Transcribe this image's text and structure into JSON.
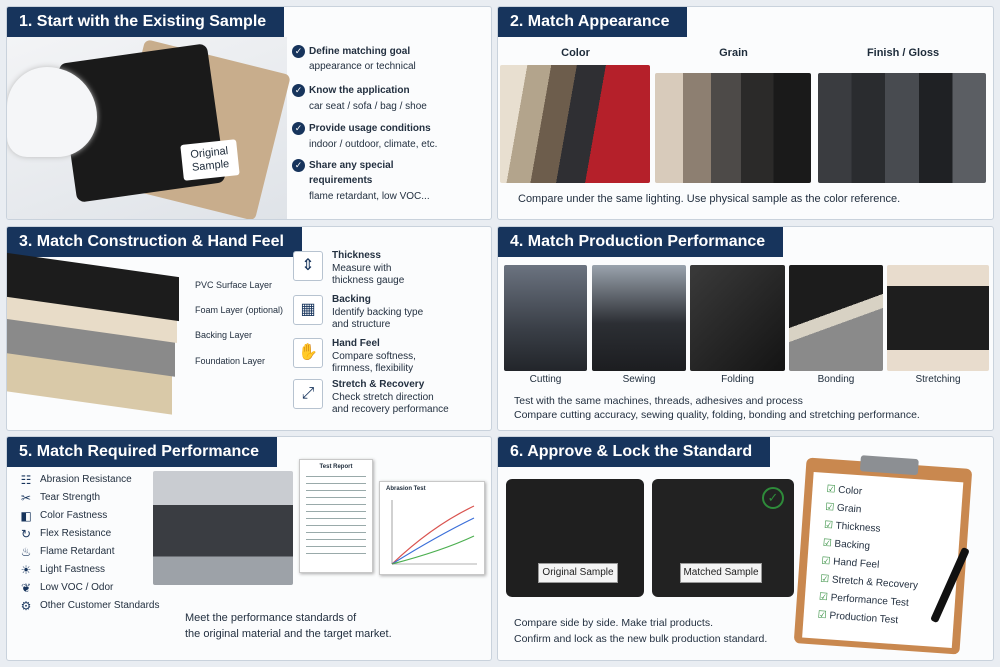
{
  "panel1": {
    "title": "1.  Start with the Existing Sample",
    "sample_label": [
      "Original",
      "Sample"
    ],
    "items": [
      {
        "title": "Define matching goal",
        "desc": [
          "appearance or technical"
        ]
      },
      {
        "title": "Know the application",
        "desc": [
          "car seat / sofa / bag / shoe"
        ]
      },
      {
        "title": "Provide usage conditions",
        "desc": [
          "indoor / outdoor, climate, etc."
        ]
      },
      {
        "title": "Share any special",
        "title2": "requirements",
        "desc": [
          "flame retardant, low VOC..."
        ]
      }
    ]
  },
  "panel2": {
    "title": "2.  Match Appearance",
    "labels": [
      "Color",
      "Grain",
      "Finish / Gloss"
    ],
    "caption": "Compare under the same lighting. Use physical sample as the color reference."
  },
  "panel3": {
    "title": "3.  Match Construction & Hand Feel",
    "layers": [
      "PVC Surface Layer",
      "Foam Layer (optional)",
      "Backing Layer",
      "Foundation Layer"
    ],
    "items": [
      {
        "icon": "thickness-icon",
        "title": "Thickness",
        "desc": [
          "Measure with",
          "thickness gauge"
        ]
      },
      {
        "icon": "backing-grid-icon",
        "title": "Backing",
        "desc": [
          "Identify backing type",
          "and structure"
        ]
      },
      {
        "icon": "hand-icon",
        "title": "Hand Feel",
        "desc": [
          "Compare softness,",
          "firmness, flexibility"
        ]
      },
      {
        "icon": "stretch-arrows-icon",
        "title": "Stretch & Recovery",
        "desc": [
          "Check stretch direction",
          "and recovery performance"
        ]
      }
    ]
  },
  "panel4": {
    "title": "4.  Match Production Performance",
    "photos": [
      "Cutting",
      "Sewing",
      "Folding",
      "Bonding",
      "Stretching"
    ],
    "caption1": "Test with the same machines, threads, adhesives and process",
    "caption2": "Compare cutting accuracy, sewing quality, folding, bonding and stretching performance."
  },
  "panel5": {
    "title": "5.  Match Required Performance",
    "items": [
      {
        "icon": "abrasion-icon",
        "label": "Abrasion Resistance"
      },
      {
        "icon": "tear-icon",
        "label": "Tear Strength"
      },
      {
        "icon": "color-fastness-icon",
        "label": "Color Fastness"
      },
      {
        "icon": "flex-icon",
        "label": "Flex Resistance"
      },
      {
        "icon": "flame-icon",
        "label": "Flame Retardant"
      },
      {
        "icon": "light-icon",
        "label": "Light Fastness"
      },
      {
        "icon": "leaf-icon",
        "label": "Low VOC / Odor"
      },
      {
        "icon": "settings-icon",
        "label": "Other Customer Standards"
      }
    ],
    "report_title": "Test Report",
    "chart_title": "Abrasion Test",
    "caption1": "Meet the performance standards of",
    "caption2": "the original material and the target market."
  },
  "panel6": {
    "title": "6.  Approve & Lock the Standard",
    "original_tag": "Original Sample",
    "matched_tag": "Matched Sample",
    "checklist": [
      "Color",
      "Grain",
      "Thickness",
      "Backing",
      "Hand Feel",
      "Stretch & Recovery",
      "Performance Test",
      "Production Test"
    ],
    "caption1": "Compare side by side. Make trial products.",
    "caption2": "Confirm and lock as the new bulk production standard."
  },
  "colors": {
    "navy": "#17345c",
    "check_green": "#2e8b3a"
  }
}
